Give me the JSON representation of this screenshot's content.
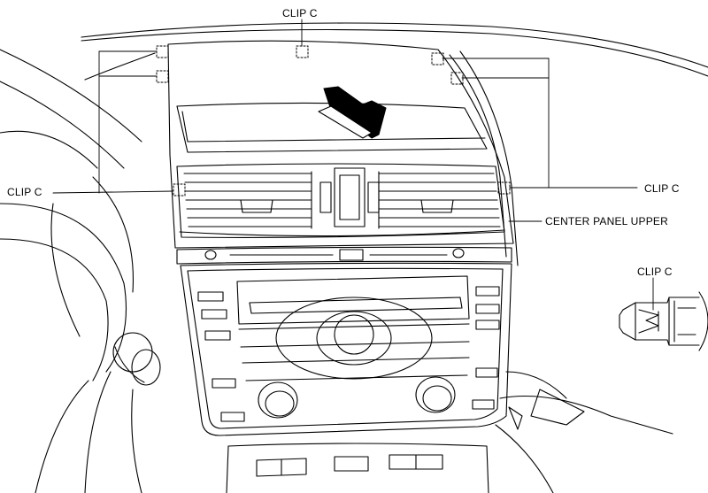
{
  "labels": {
    "clip_top": "CLIP C",
    "clip_left": "CLIP C",
    "clip_right": "CLIP C",
    "center_panel_upper": "CENTER PANEL UPPER",
    "clip_detail": "CLIP C"
  },
  "colors": {
    "line": "#000000",
    "background": "#ffffff"
  },
  "icons": {
    "removal_direction": "arrow-icon"
  }
}
